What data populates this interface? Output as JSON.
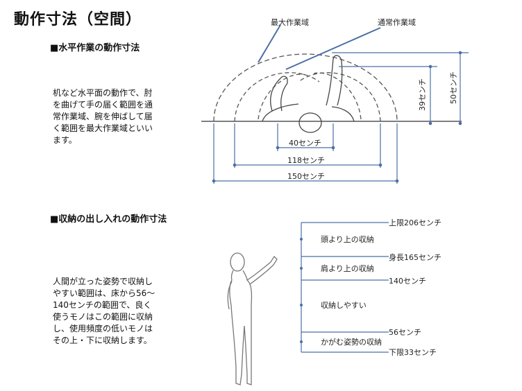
{
  "title": "動作寸法（空間）",
  "section1": {
    "heading": "■水平作業の動作寸法",
    "description": "机など水平面の動作で、肘\nを曲げて手の届く範囲を通\n常作業域、腕を伸ばして届\nく範囲を最大作業域といい\nます。",
    "label_max": "最大作業域",
    "label_normal": "通常作業域",
    "dim_40": "40センチ",
    "dim_118": "118センチ",
    "dim_150": "150センチ",
    "dim_39": "39センチ",
    "dim_50": "50センチ"
  },
  "section2": {
    "heading": "■収納の出し入れの動作寸法",
    "description": "人間が立った姿勢で収納し\nやすい範囲は、床から56～\n140センチの範囲で、良く\n使うモノはこの範囲に収納\nし、使用頻度の低いモノは\nその上・下に収納します。",
    "levels": [
      {
        "label": "上限206センチ"
      },
      {
        "label": "身長165センチ"
      },
      {
        "label": "140センチ"
      },
      {
        "label": "56センチ"
      },
      {
        "label": "下限33センチ"
      }
    ],
    "zones": [
      {
        "label": "頭より上の収納"
      },
      {
        "label": "肩より上の収納"
      },
      {
        "label": "収納しやすい"
      },
      {
        "label": "かがむ姿勢の収納"
      }
    ]
  }
}
